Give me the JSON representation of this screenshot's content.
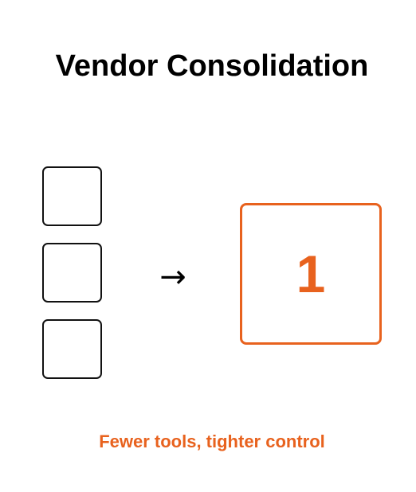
{
  "title": "Vendor Consolidation",
  "arrow_glyph": "→",
  "target_count": "1",
  "caption": "Fewer tools, tighter control",
  "colors": {
    "accent": "#e8621e",
    "ink": "#111111"
  },
  "icons": {
    "arrow": "right-arrow-icon"
  }
}
